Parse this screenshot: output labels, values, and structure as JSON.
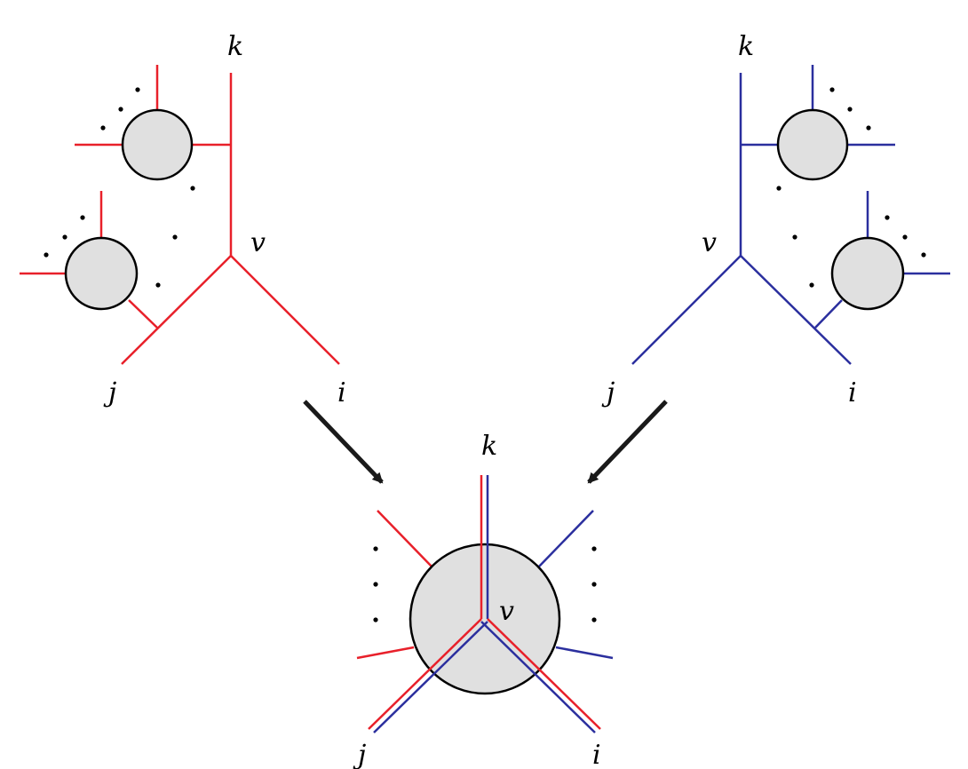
{
  "colors": {
    "left_tree": "#e8202a",
    "right_tree": "#2b2f9e",
    "blob_fill": "#e0e0e0",
    "blob_stroke": "#000000",
    "arrow": "#1a1a1a",
    "background": "#ffffff"
  },
  "labels": {
    "left": {
      "k": "k",
      "v": "v",
      "j": "j",
      "i": "i"
    },
    "right": {
      "k": "k",
      "v": "v",
      "j": "j",
      "i": "i"
    },
    "merged": {
      "k": "k",
      "v": "v",
      "j": "j",
      "i": "i"
    }
  }
}
